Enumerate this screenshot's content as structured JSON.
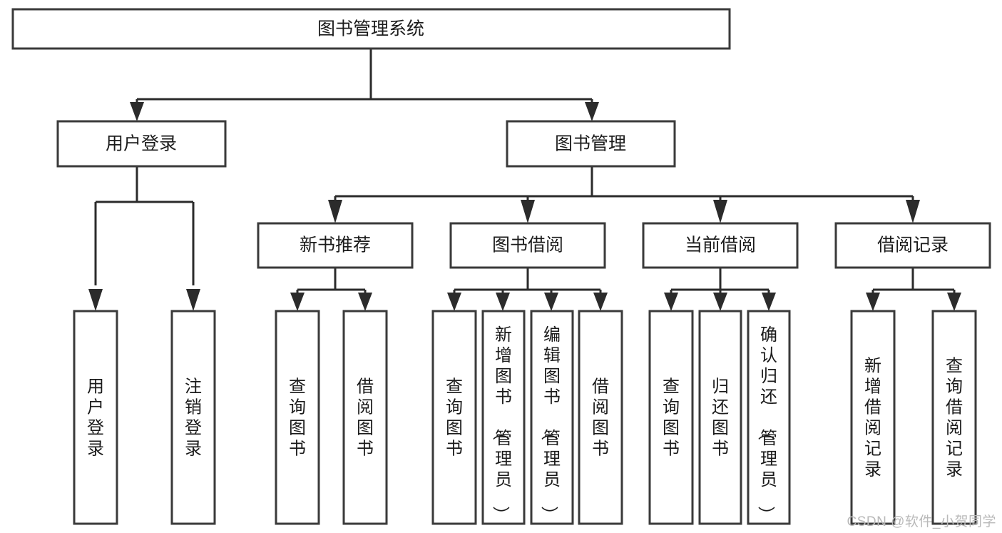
{
  "diagram": {
    "type": "tree",
    "title": "图书管理系统",
    "root": {
      "label": "图书管理系统"
    },
    "level2": [
      {
        "label": "用户登录"
      },
      {
        "label": "图书管理"
      }
    ],
    "level3": [
      {
        "label": "新书推荐"
      },
      {
        "label": "图书借阅"
      },
      {
        "label": "当前借阅"
      },
      {
        "label": "借阅记录"
      }
    ],
    "leaves": {
      "user_login": [
        {
          "label": "用户登录"
        },
        {
          "label": "注销登录"
        }
      ],
      "new_book_recommend": [
        {
          "label": "查询图书"
        },
        {
          "label": "借阅图书"
        }
      ],
      "book_borrow": [
        {
          "label": "查询图书"
        },
        {
          "label": "新增图书（管理员）"
        },
        {
          "label": "编辑图书（管理员）"
        },
        {
          "label": "借阅图书"
        }
      ],
      "current_borrow": [
        {
          "label": "查询图书"
        },
        {
          "label": "归还图书"
        },
        {
          "label": "确认归还（管理员）"
        }
      ],
      "borrow_record": [
        {
          "label": "新增借阅记录"
        },
        {
          "label": "查询借阅记录"
        }
      ]
    }
  },
  "watermark": {
    "text": "CSDN @软件_小贺同学"
  },
  "colors": {
    "box_stroke": "#3a3a3a",
    "connector": "#2b2b2b",
    "text": "#1b1b1b",
    "background": "#ffffff",
    "watermark": "#b9b9b9"
  }
}
